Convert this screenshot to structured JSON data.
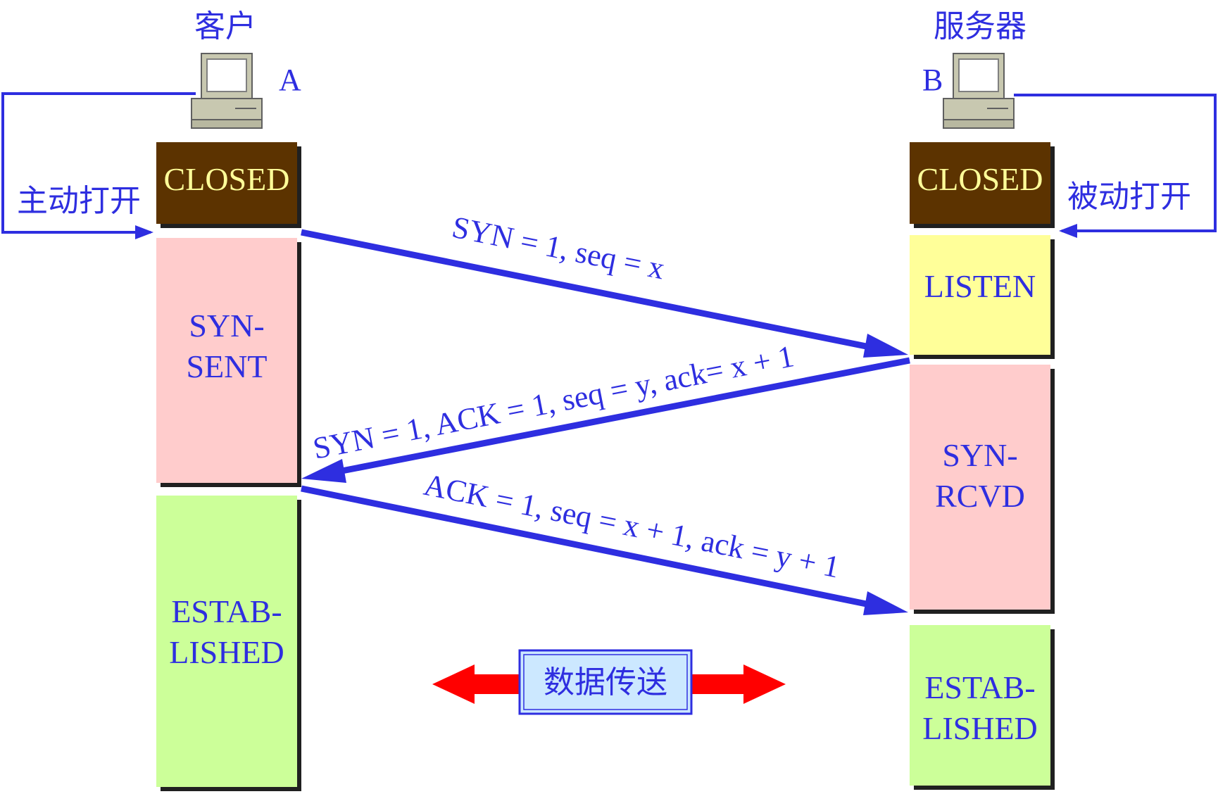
{
  "client": {
    "title": "客户",
    "letter": "A",
    "open_label": "主动打开"
  },
  "server": {
    "title": "服务器",
    "letter": "B",
    "open_label": "被动打开"
  },
  "client_states": [
    {
      "lines": [
        "CLOSED"
      ],
      "fill": "#5c3300",
      "text_color": "#ffff99"
    },
    {
      "lines": [
        "SYN-",
        "SENT"
      ],
      "fill": "#ffcccc",
      "text_color": "#2e2ee0"
    },
    {
      "lines": [
        "ESTAB-",
        "LISHED"
      ],
      "fill": "#ccff99",
      "text_color": "#2e2ee0"
    }
  ],
  "server_states": [
    {
      "lines": [
        "CLOSED"
      ],
      "fill": "#5c3300",
      "text_color": "#ffff99"
    },
    {
      "lines": [
        "LISTEN"
      ],
      "fill": "#ffff99",
      "text_color": "#2e2ee0"
    },
    {
      "lines": [
        "SYN-",
        "RCVD"
      ],
      "fill": "#ffcccc",
      "text_color": "#2e2ee0"
    },
    {
      "lines": [
        "ESTAB-",
        "LISHED"
      ],
      "fill": "#ccff99",
      "text_color": "#2e2ee0"
    }
  ],
  "messages": [
    {
      "label": "SYN = 1, seq = x",
      "direction": "A→B"
    },
    {
      "label": "SYN = 1, ACK = 1, seq = y, ack= x + 1",
      "direction": "B→A"
    },
    {
      "label": "ACK = 1, seq = x + 1, ack = y + 1",
      "direction": "A→B"
    }
  ],
  "data_transfer": {
    "label": "数据传送"
  },
  "colors": {
    "accent": "#2e2ee0",
    "data_arrow": "#ff0000",
    "data_box": "#cce8ff"
  }
}
